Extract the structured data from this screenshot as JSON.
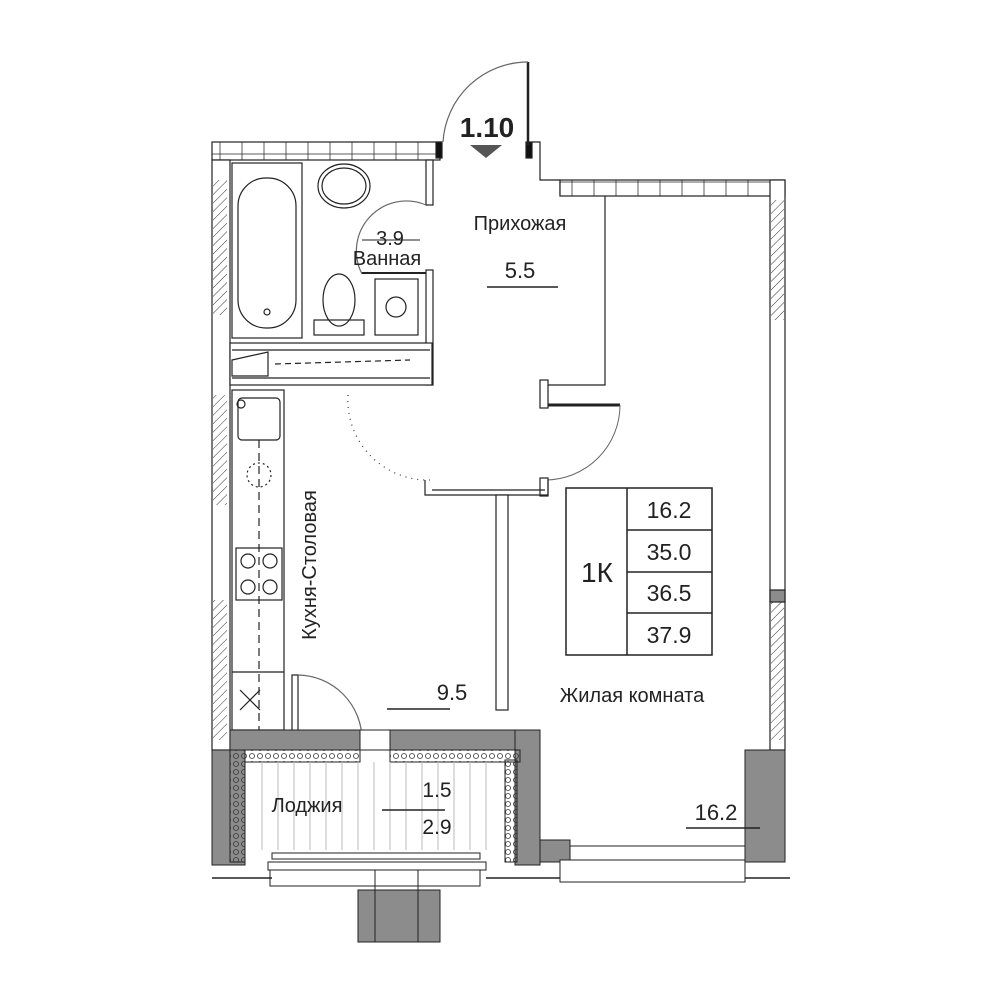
{
  "plan": {
    "apartment_number": "1.10",
    "rooms": [
      {
        "name": "Прихожая",
        "area": "5.5"
      },
      {
        "name": "Ванная",
        "area": "3.9"
      },
      {
        "name": "Кухня-Столовая",
        "area": "9.5"
      },
      {
        "name": "Жилая комната",
        "area": "16.2"
      },
      {
        "name": "Лоджия",
        "area_top": "1.5",
        "area_bottom": "2.9"
      }
    ],
    "summary": {
      "type": "1К",
      "values": [
        "16.2",
        "35.0",
        "36.5",
        "37.9"
      ]
    }
  },
  "colors": {
    "wall_fill": "#8c8c8c",
    "line": "#222222",
    "marker": "#555555"
  }
}
